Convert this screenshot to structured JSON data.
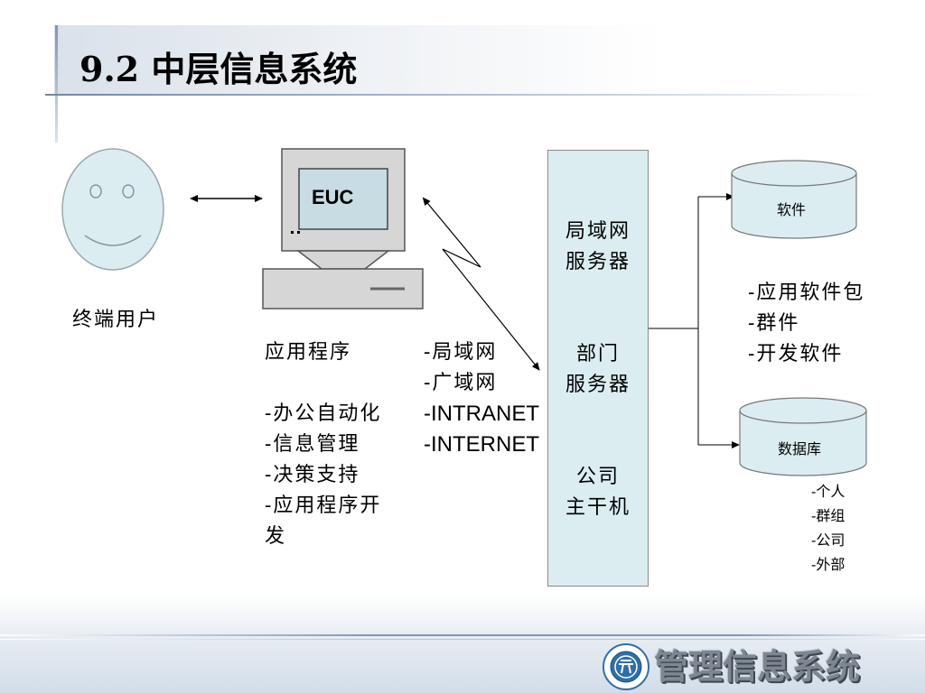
{
  "title": "9.2  中层信息系统",
  "user": {
    "label": "终端用户"
  },
  "computer": {
    "screen_label": "EUC"
  },
  "applications": {
    "heading": "应用程序",
    "items": [
      "-办公自动化",
      "-信息管理",
      "-决策支持",
      "-应用程序开",
      "发"
    ]
  },
  "networks": {
    "items": [
      "-局域网",
      "-广域网",
      "-INTRANET",
      "-INTERNET"
    ]
  },
  "servers": {
    "groups": [
      [
        "局域网",
        "服务器"
      ],
      [
        "部门",
        "服务器"
      ],
      [
        "公司",
        "主干机"
      ]
    ]
  },
  "software": {
    "label": "软件",
    "items": [
      "-应用软件包",
      "-群件",
      "-开发软件"
    ]
  },
  "database": {
    "label": "数据库",
    "items": [
      "-个人",
      "-群组",
      "-公司",
      "-外部"
    ]
  },
  "footer": {
    "logo_text": "管理信息系统"
  },
  "colors": {
    "server_fill": "#dcedf2",
    "cylinder_fill": "#dcedf2",
    "face_fill": "#dcedf2",
    "monitor_body": "#d6d6d6",
    "monitor_screen": "#c7dce3"
  }
}
